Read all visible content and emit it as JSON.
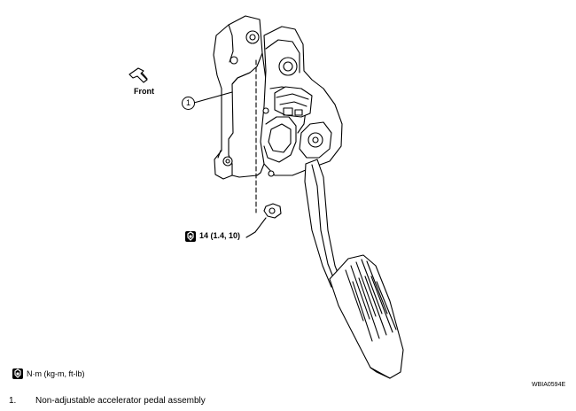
{
  "direction_label": "Front",
  "callout_number": "1",
  "torque_spec": "14 (1.4, 10)",
  "units_legend": "N·m (kg-m, ft-lb)",
  "figure_code": "WBIA0594E",
  "parts_list": [
    {
      "number": "1.",
      "description": "Non-adjustable accelerator pedal assembly"
    }
  ],
  "icons": {
    "torque": "torque-wrench-icon",
    "direction": "front-arrow-icon"
  }
}
